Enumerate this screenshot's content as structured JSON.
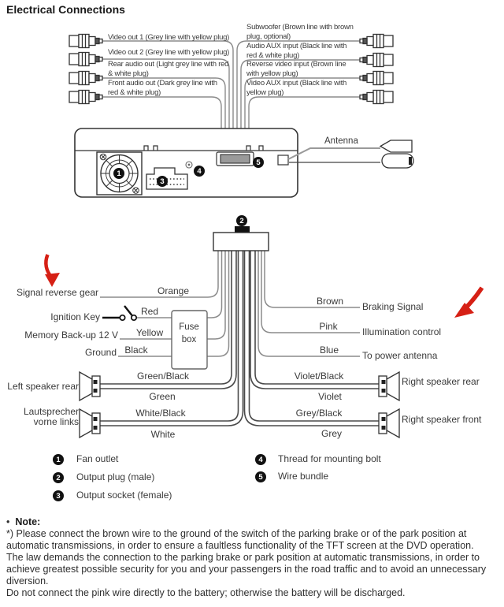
{
  "title": "Electrical Connections",
  "rca_left": [
    {
      "label": "Video out 1 (Grey line with yellow plug)"
    },
    {
      "label": "Video out 2 (Grey line with yellow plug)"
    },
    {
      "label": "Rear audio out (Light grey line with red\n& white plug)"
    },
    {
      "label": "Front audio out (Dark grey line with\nred & white plug)"
    }
  ],
  "rca_right": [
    {
      "label": "Subwoofer (Brown line with brown\nplug, optional)"
    },
    {
      "label": "Audio AUX input (Black line with\nred & white plug)"
    },
    {
      "label": "Reverse video input (Brown line\nwith yellow plug)"
    },
    {
      "label": "Video AUX input (Black line with\nyellow plug)"
    }
  ],
  "antenna": {
    "label": "Antenna"
  },
  "power": {
    "signal_reverse": {
      "terminal": "Signal reverse gear",
      "wire": "Orange"
    },
    "ignition": {
      "terminal": "Ignition Key",
      "wire": "Red"
    },
    "memory": {
      "terminal": "Memory Back-up 12 V",
      "wire": "Yellow"
    },
    "ground": {
      "terminal": "Ground",
      "wire": "Black"
    },
    "fuse_line1": "Fuse",
    "fuse_line2": "box"
  },
  "right_wires": {
    "braking": {
      "wire": "Brown",
      "terminal": "Braking Signal"
    },
    "illumination": {
      "wire": "Pink",
      "terminal": "Illumination control"
    },
    "antenna_power": {
      "wire": "Blue",
      "terminal": "To power antenna"
    }
  },
  "speakers": {
    "left_rear": {
      "name": "Left speaker rear",
      "wire_striped": "Green/Black",
      "wire_plain": "Green"
    },
    "left_front": {
      "name": "Lautsprecher\nvorne links",
      "wire_striped": "White/Black",
      "wire_plain": "White"
    },
    "right_rear": {
      "name": "Right speaker rear",
      "wire_striped": "Violet/Black",
      "wire_plain": "Violet"
    },
    "right_front": {
      "name": "Right speaker front",
      "wire_striped": "Grey/Black",
      "wire_plain": "Grey"
    }
  },
  "legend": [
    {
      "num": "1",
      "label": "Fan outlet"
    },
    {
      "num": "2",
      "label": "Output plug (male)"
    },
    {
      "num": "3",
      "label": "Output socket (female)"
    },
    {
      "num": "4",
      "label": "Thread for mounting bolt"
    },
    {
      "num": "5",
      "label": "Wire bundle"
    }
  ],
  "note": {
    "bullet": "•",
    "heading": "Note:",
    "para1": "*) Please connect the brown wire to the ground of the switch of the parking brake or of the park position at automatic transmissions, in order to ensure a faultless functionality of the TFT screen at the DVD operation.",
    "para2": "The law demands the connection to the parking brake or park position at automatic transmissions, in order to achieve greatest possible security for you and your passengers in the road traffic and to avoid an unnecessary diversion.",
    "para3": "Do not connect the pink wire directly to the battery; otherwise the battery will be discharged."
  },
  "colors": {
    "wire_grey": "#8c8c8c",
    "outline": "#333333",
    "tube_dark": "#4a4a4a",
    "arrow_red": "#d62015",
    "connector_grey": "#9a9a9a"
  }
}
